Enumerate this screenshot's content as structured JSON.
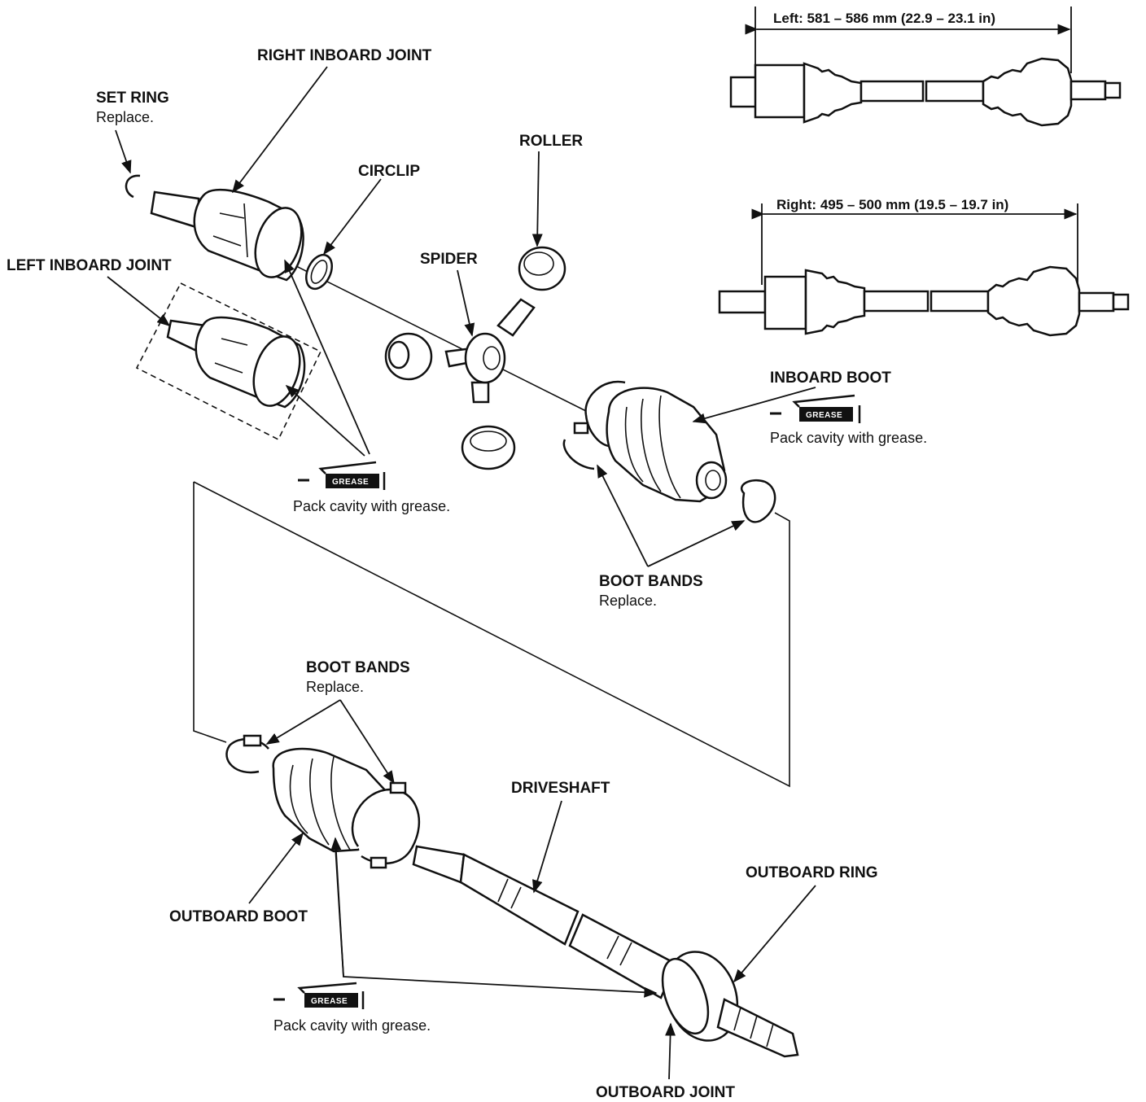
{
  "labels": {
    "right_inboard_joint": "RIGHT INBOARD JOINT",
    "set_ring": "SET RING",
    "set_ring_note": "Replace.",
    "circlip": "CIRCLIP",
    "roller": "ROLLER",
    "spider": "SPIDER",
    "left_inboard_joint": "LEFT INBOARD JOINT",
    "inboard_boot": "INBOARD BOOT",
    "inboard_boot_note": "Pack cavity with grease.",
    "inboard_joint_note": "Pack cavity with grease.",
    "boot_bands_upper": "BOOT BANDS",
    "boot_bands_upper_note": "Replace.",
    "boot_bands_lower": "BOOT BANDS",
    "boot_bands_lower_note": "Replace.",
    "driveshaft": "DRIVESHAFT",
    "outboard_ring": "OUTBOARD RING",
    "outboard_boot": "OUTBOARD BOOT",
    "outboard_note": "Pack cavity with grease.",
    "outboard_joint": "OUTBOARD JOINT",
    "grease_tag": "GREASE"
  },
  "dimensions": {
    "left": "Left: 581 – 586 mm (22.9 – 23.1 in)",
    "right": "Right: 495 – 500 mm (19.5 – 19.7 in)"
  },
  "icons": {
    "grease_tube": "grease-tube-icon",
    "arrow": "leader-arrow-icon"
  }
}
